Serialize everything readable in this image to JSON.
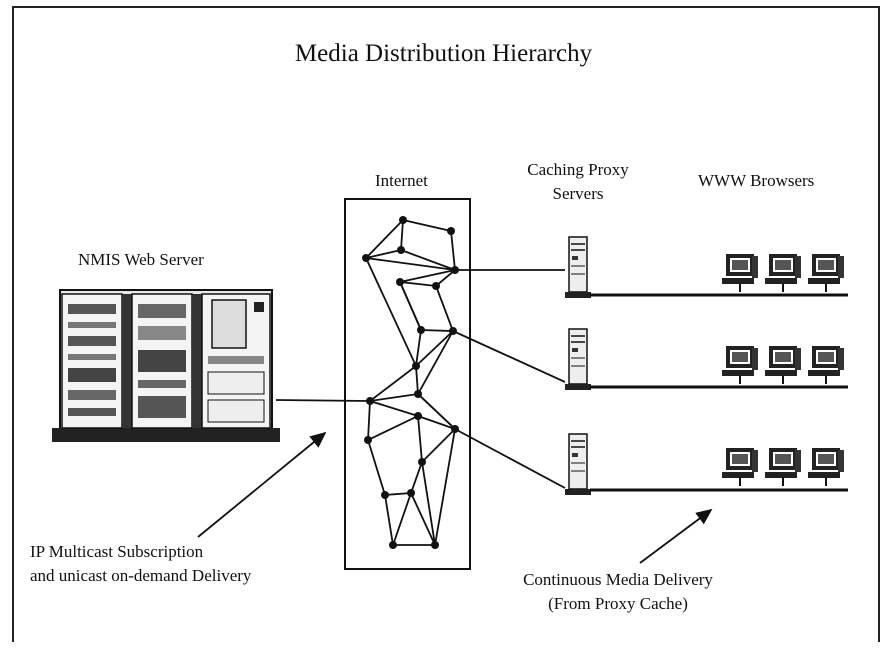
{
  "title": "Media Distribution Hierarchy",
  "labels": {
    "internet": "Internet",
    "proxy_line1": "Caching Proxy",
    "proxy_line2": "Servers",
    "browsers": "WWW Browsers",
    "web_server": "NMIS Web Server",
    "multicast_line1": "IP Multicast Subscription",
    "multicast_line2": "and unicast on-demand Delivery",
    "continuous_line1": "Continuous Media Delivery",
    "continuous_line2": "(From Proxy Cache)"
  },
  "colors": {
    "ink": "#111111",
    "device_fill": "#e8e8e8",
    "background": "#ffffff"
  },
  "icons": [
    "server-rack-icon",
    "proxy-server-icon",
    "workstation-icon",
    "network-node-icon",
    "arrow-icon"
  ]
}
